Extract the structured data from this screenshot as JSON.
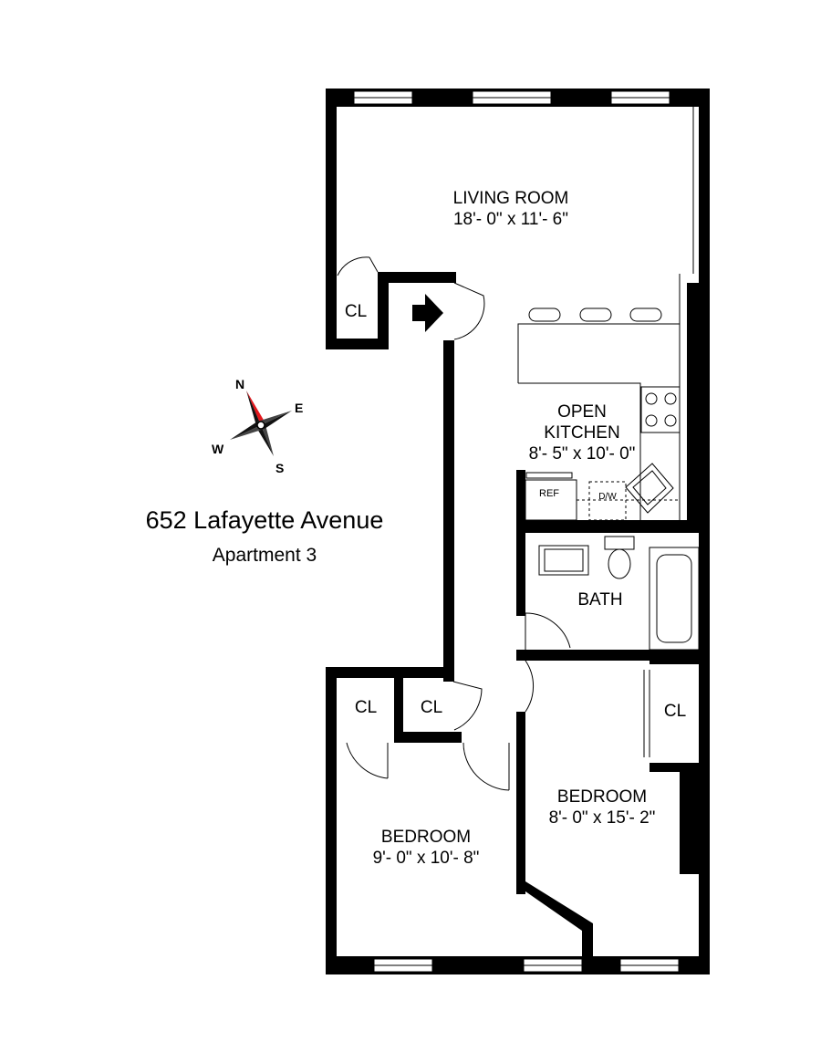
{
  "address": {
    "street": "652 Lafayette Avenue",
    "unit": "Apartment 3"
  },
  "compass": {
    "n": "N",
    "e": "E",
    "s": "S",
    "w": "W"
  },
  "rooms": {
    "living": {
      "name": "LIVING ROOM",
      "dims": "18'- 0\" x 11'- 6\""
    },
    "kitchen": {
      "name1": "OPEN",
      "name2": "KITCHEN",
      "dims": "8'- 5\" x 10'- 0\""
    },
    "bath": {
      "name": "BATH"
    },
    "bedroom_right": {
      "name": "BEDROOM",
      "dims": "8'- 0\" x 15'- 2\""
    },
    "bedroom_left": {
      "name": "BEDROOM",
      "dims": "9'- 0\" x 10'- 8\""
    }
  },
  "closets": {
    "living": "CL",
    "bed_left_a": "CL",
    "bed_left_b": "CL",
    "bed_right": "CL"
  },
  "appliances": {
    "ref": "REF",
    "dw": "D/W"
  },
  "colors": {
    "wall": "#000000",
    "compass_needle": "#e3171c"
  }
}
